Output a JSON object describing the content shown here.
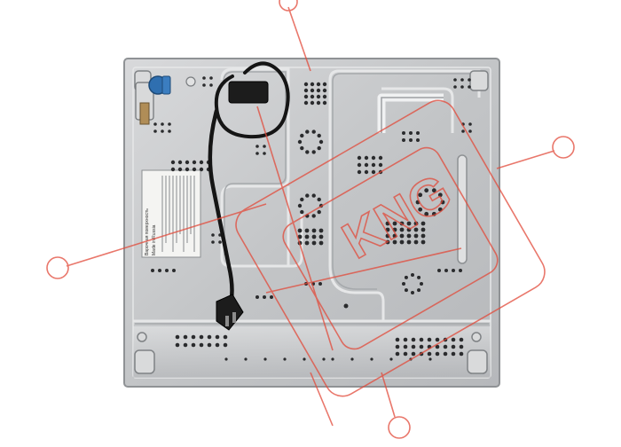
{
  "image": {
    "subject": "hob-underside",
    "colors": {
      "background": "#ffffff",
      "panel": "#c9cbcd",
      "panel_edge": "#9ea1a4",
      "panel_light": "#e4e5e6",
      "cable": "#151515",
      "gas_fitting_blue": "#2f6fb0",
      "brass": "#b08d57",
      "watermark": "#e24a3a"
    }
  },
  "label_sticker": {
    "lines": [
      "Варочная поверхность",
      "Made in Russia"
    ]
  },
  "watermark": {
    "text": "KNG"
  }
}
